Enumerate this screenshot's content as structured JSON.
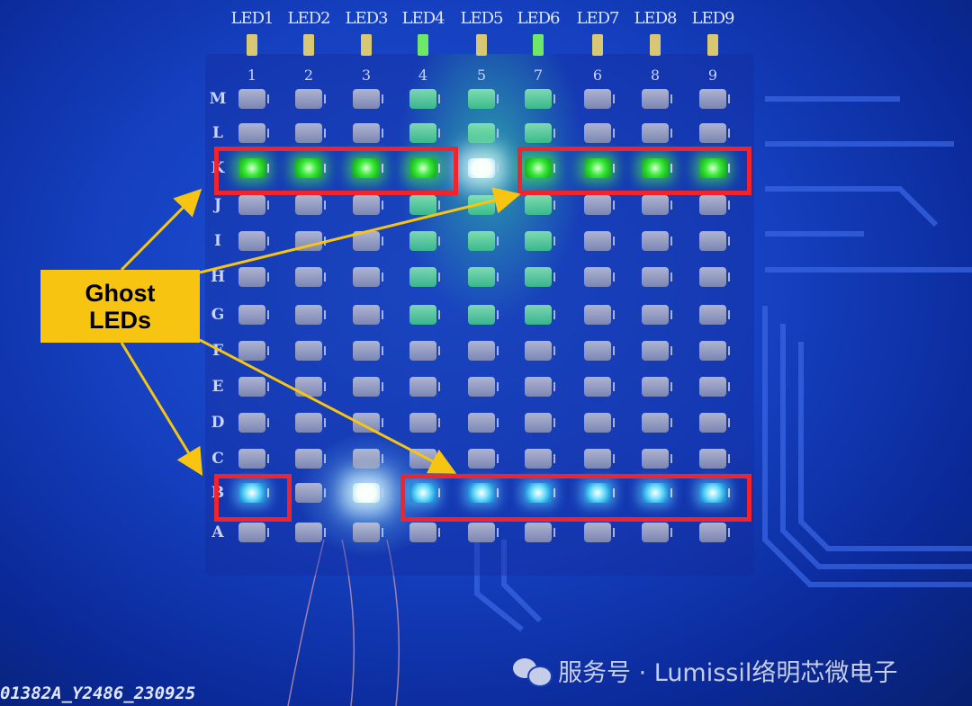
{
  "board": {
    "column_labels": [
      "LED1",
      "LED2",
      "LED3",
      "LED4",
      "LED5",
      "LED6",
      "LED7",
      "LED8",
      "LED9"
    ],
    "column_numbers": [
      "1",
      "2",
      "3",
      "4",
      "5",
      "7",
      "6",
      "8",
      "9"
    ],
    "row_labels": [
      "M",
      "L",
      "K",
      "J",
      "I",
      "H",
      "G",
      "F",
      "E",
      "D",
      "C",
      "B",
      "A"
    ],
    "indicator_states": [
      "off",
      "off",
      "off",
      "green",
      "off",
      "green",
      "off",
      "off",
      "off"
    ],
    "lit_leds": {
      "K": [
        "green",
        "green",
        "green",
        "green",
        "white",
        "green",
        "green",
        "green",
        "green"
      ],
      "B": [
        "cyan",
        "off",
        "white",
        "cyan",
        "cyan",
        "cyan",
        "cyan",
        "cyan",
        "cyan"
      ]
    },
    "pcb_code": "01382A_Y2486_230925"
  },
  "annotation": {
    "callout_lines": [
      "Ghost",
      "LEDs"
    ],
    "highlight_color": "#f0242c",
    "callout_color": "#f7c511"
  },
  "watermark": {
    "text": "服务号 · Lumissil络明芯微电子",
    "icon": "wechat-icon"
  }
}
